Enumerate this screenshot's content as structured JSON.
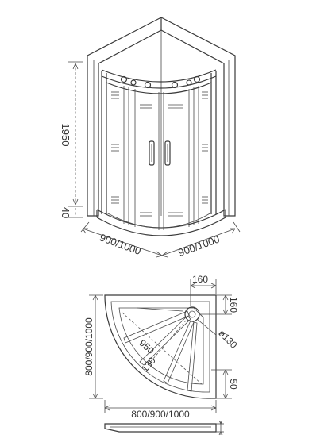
{
  "dimensions": {
    "height": "1950",
    "base_height": "40",
    "width_left": "900/1000",
    "width_right": "900/1000",
    "tray_top": "160",
    "tray_right": "160",
    "tray_diagonal": "950",
    "tray_inner": "130",
    "drain_diameter": "ø130",
    "tray_bottom_gap": "50",
    "tray_width": "800/900/1000",
    "tray_depth": "800/900/1000"
  },
  "colors": {
    "line": "#3a3a3a",
    "background": "#ffffff"
  }
}
